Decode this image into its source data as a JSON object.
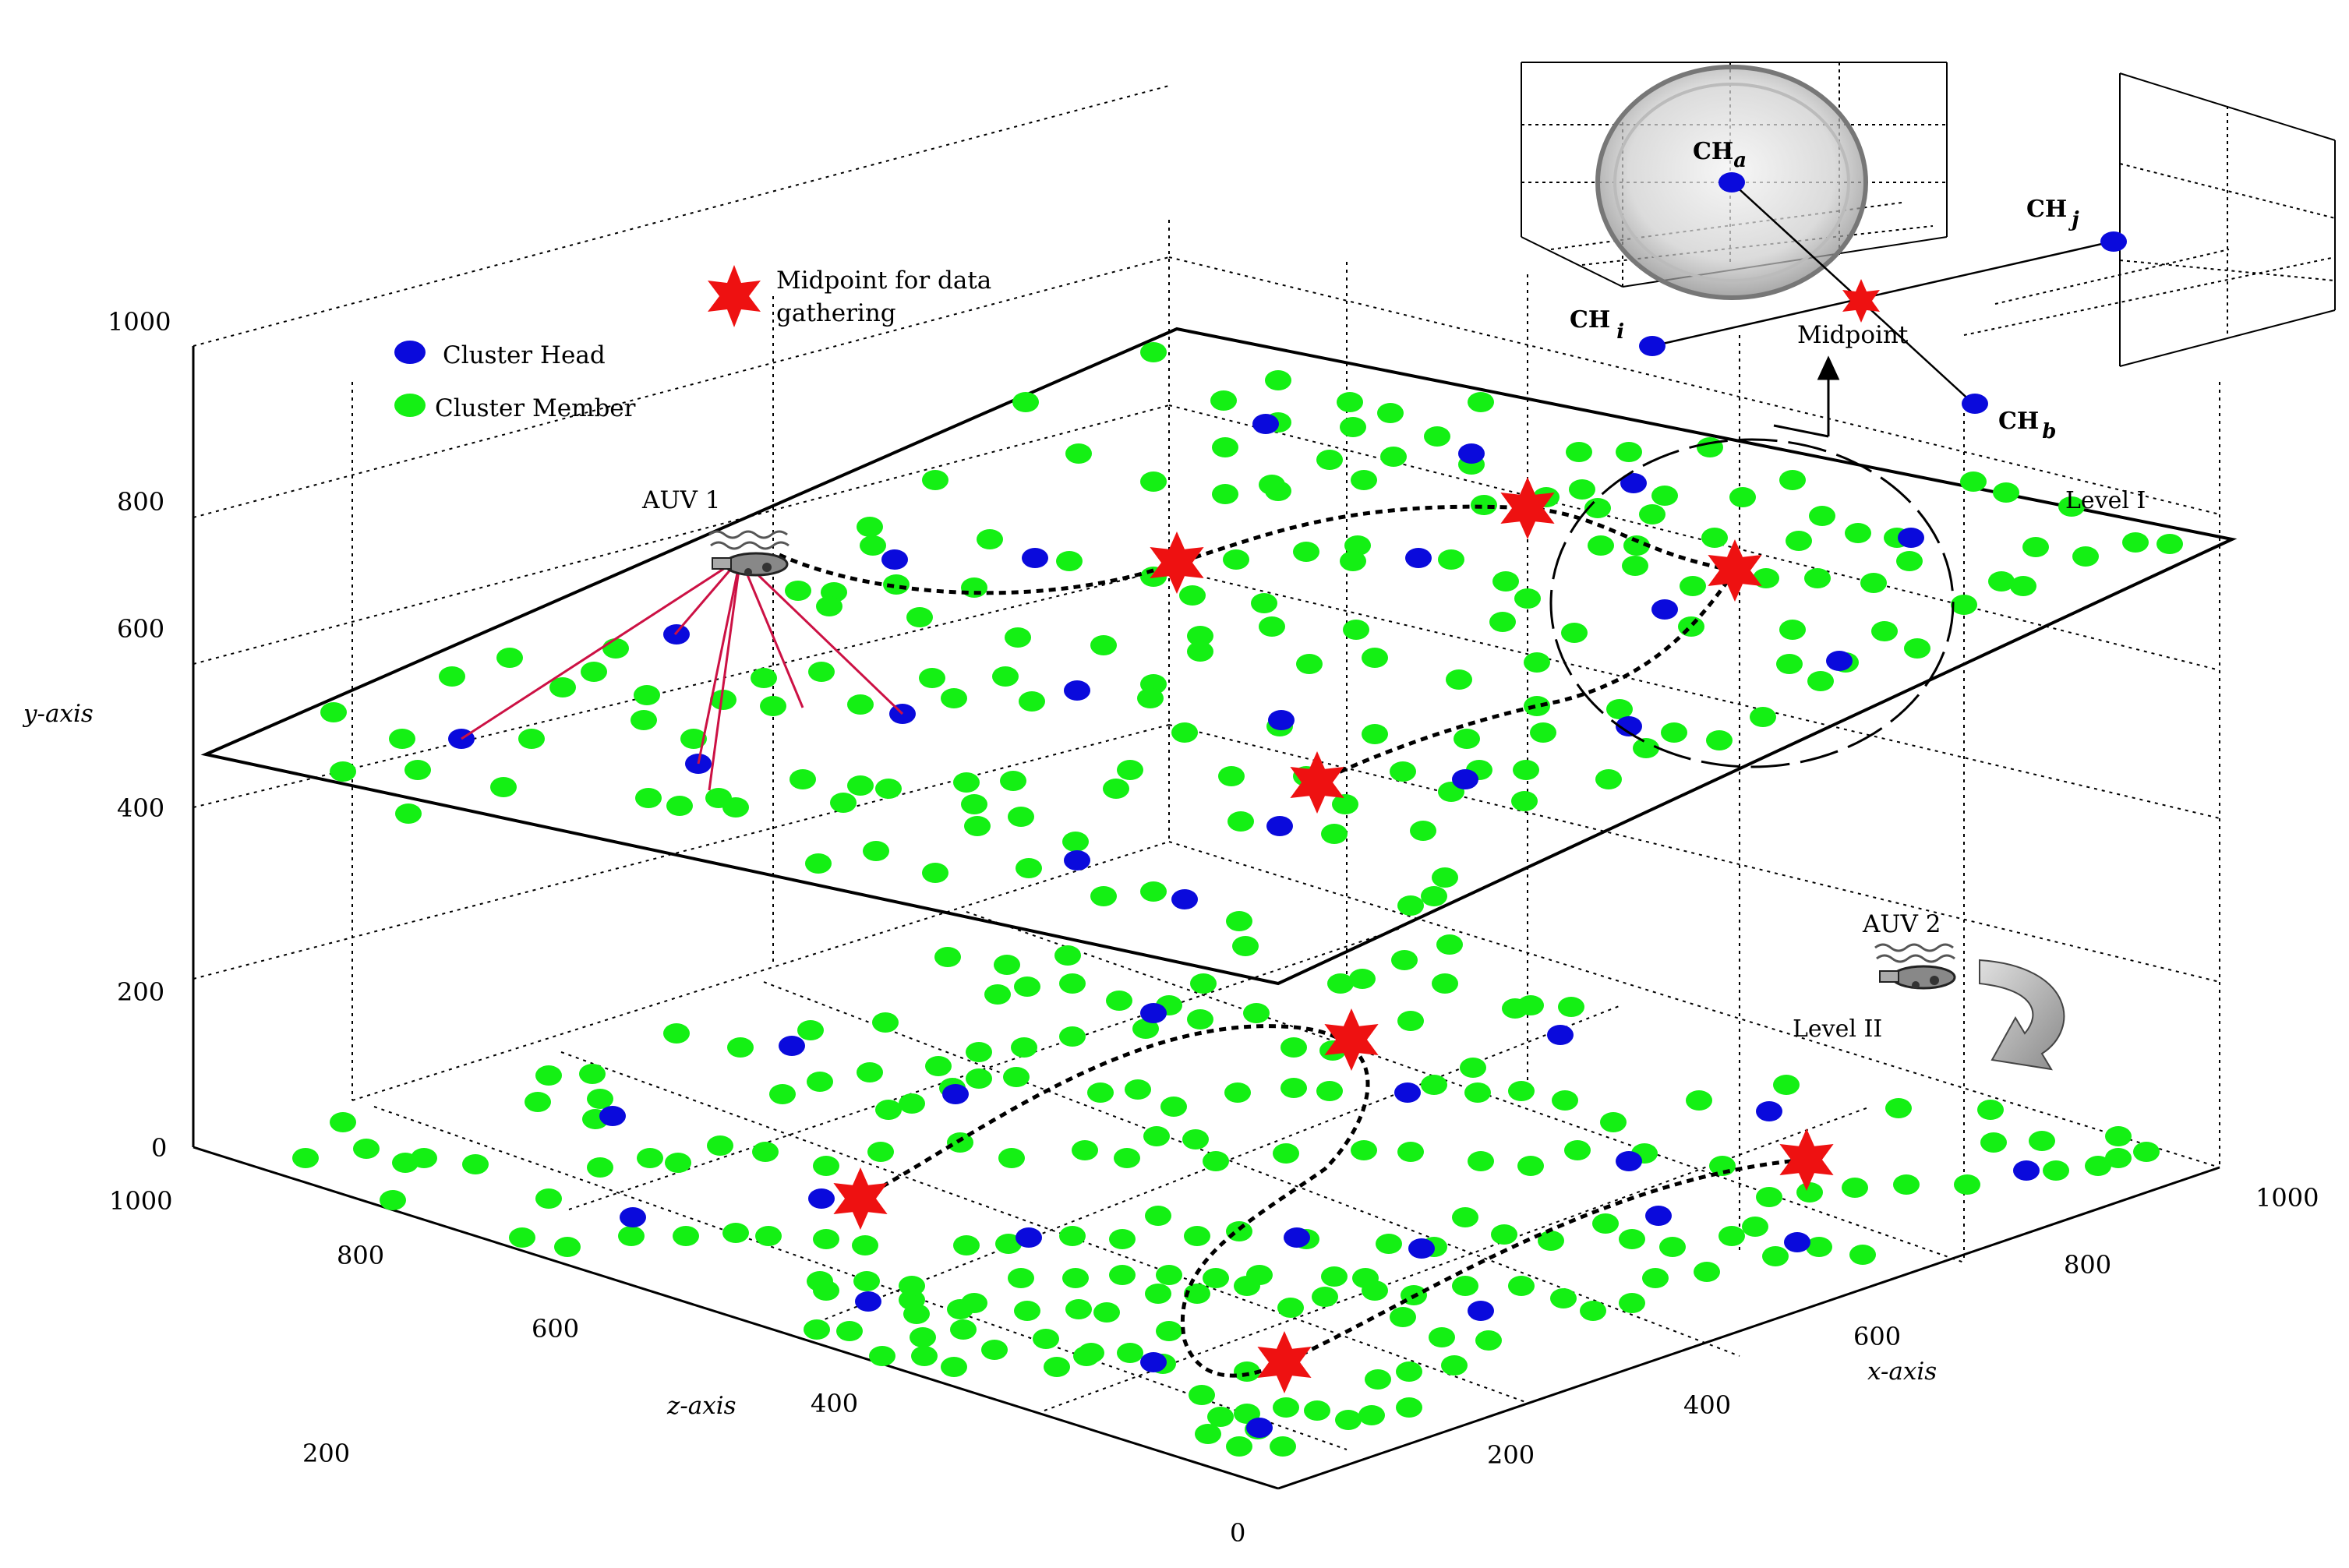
{
  "axes": {
    "y_label": "y-axis",
    "x_label": "x-axis",
    "z_label": "z-axis",
    "y_ticks": [
      "1000",
      "800",
      "600",
      "400",
      "200",
      "0"
    ],
    "x_ticks": [
      "200",
      "400",
      "600",
      "800",
      "1000"
    ],
    "z_ticks": [
      "1000",
      "800",
      "600",
      "400",
      "200",
      "0"
    ]
  },
  "legend": {
    "midpoint": "Midpoint for data",
    "midpoint_line2": "gathering",
    "cluster_head": "Cluster Head",
    "cluster_member": "Cluster Member"
  },
  "labels": {
    "auv1": "AUV 1",
    "auv2": "AUV 2",
    "level1": "Level I",
    "level2": "Level II",
    "midpoint": "Midpoint"
  },
  "inset": {
    "ch_a": {
      "main": "CH",
      "sub": "a"
    },
    "ch_b": {
      "main": "CH",
      "sub": "b"
    },
    "ch_i": {
      "main": "CH",
      "sub": "i"
    },
    "ch_j": {
      "main": "CH",
      "sub": "j"
    }
  },
  "colors": {
    "cluster_head": "#0a0adc",
    "cluster_member": "#14f014",
    "midpoint_star": "#ee1111",
    "auv_link": "#cc1144"
  }
}
